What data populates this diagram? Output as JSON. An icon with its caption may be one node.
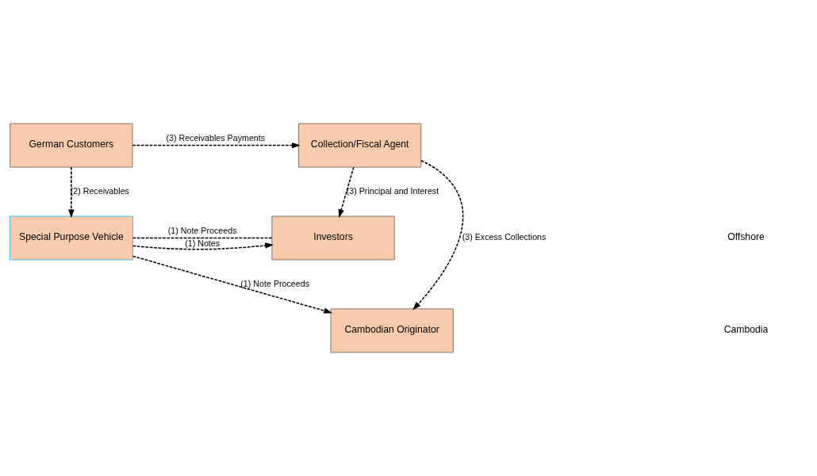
{
  "diagram": {
    "nodes": [
      {
        "text": [
          "German Customers"
        ]
      },
      {
        "text": [
          "Collection/Fiscal Agent"
        ]
      },
      {
        "text": [
          "Special Purpose Vehicle"
        ]
      },
      {
        "text": [
          "Investors"
        ]
      },
      {
        "text": [
          "Cambodian Originator"
        ]
      }
    ],
    "edges": [
      {
        "from": 0,
        "to": 1,
        "arrow": "to",
        "label": "(3) Receivables Payments",
        "style": "dashed"
      },
      {
        "from": 0,
        "to": 2,
        "arrow": "to",
        "label": "(2) Receivables",
        "style": "dashed"
      },
      {
        "from": 2,
        "to": 3,
        "arrow": "to",
        "label": "(1) Notes",
        "style": "dashed"
      },
      {
        "from": 3,
        "to": 2,
        "arrow": "none",
        "label": "(1) Note Proceeds",
        "style": "dashed"
      },
      {
        "from": 2,
        "to": 4,
        "arrow": "to",
        "label": "(1) Note Proceeds",
        "style": "dashed"
      },
      {
        "from": 1,
        "to": 4,
        "arrow": "to",
        "label": "(3) Excess Collections",
        "style": "dashed"
      },
      {
        "from": 1,
        "to": 3,
        "arrow": "to",
        "label": "(3) Principal and Interest",
        "style": "dashed"
      }
    ],
    "labels": [
      "Offshore",
      "Cambodia"
    ]
  }
}
